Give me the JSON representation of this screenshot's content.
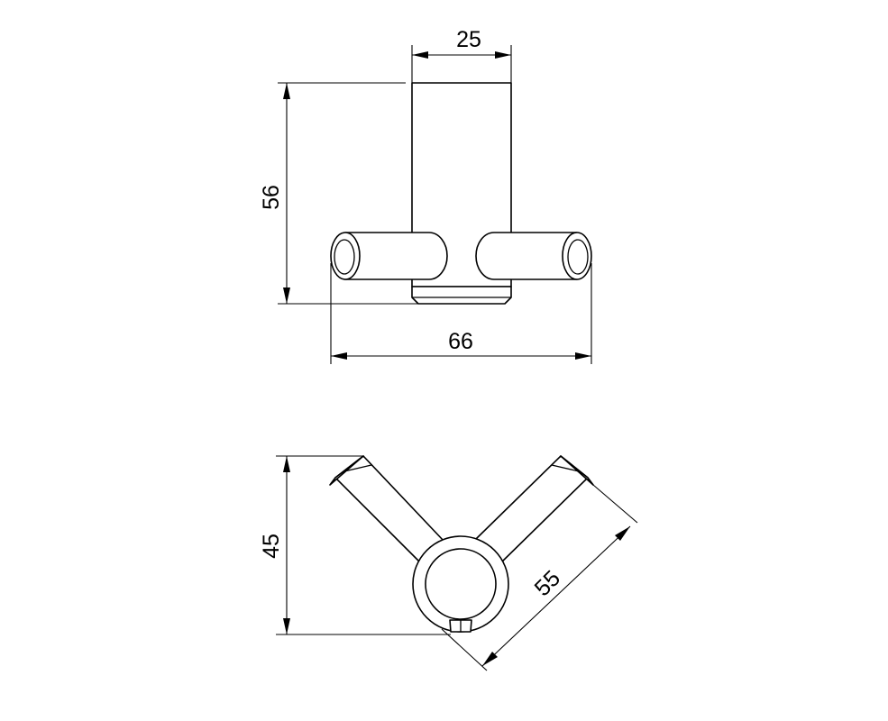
{
  "drawing": {
    "front_view": {
      "dim_width_top": "25",
      "dim_height": "56",
      "dim_width_bottom": "66"
    },
    "top_view": {
      "dim_height": "45",
      "dim_diagonal": "55"
    }
  }
}
